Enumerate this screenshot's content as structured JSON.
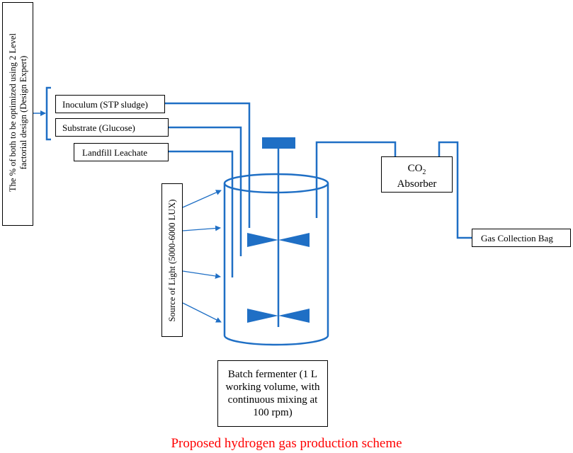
{
  "inputs": {
    "inoculum": "Inoculum (STP sludge)",
    "substrate": "Substrate (Glucose)",
    "leachate": "Landfill Leachate"
  },
  "optimization_note": {
    "line1": "The % of both to be optimized using 2 Level",
    "line2": "factorial design (Design Expert)"
  },
  "light_source": "Source of Light (5000-6000 LUX)",
  "absorber": {
    "co2_prefix": "CO",
    "co2_subscript": "2",
    "label": "Absorber"
  },
  "gas_bag": "Gas Collection Bag",
  "fermenter": {
    "line1": "Batch fermenter (1 L",
    "line2": "working volume, with",
    "line3": "continuous mixing at",
    "line4": "100 rpm)"
  },
  "caption": "Proposed hydrogen gas production scheme",
  "colors": {
    "pipe": "#1f6fc5",
    "caption": "#ff0000"
  }
}
